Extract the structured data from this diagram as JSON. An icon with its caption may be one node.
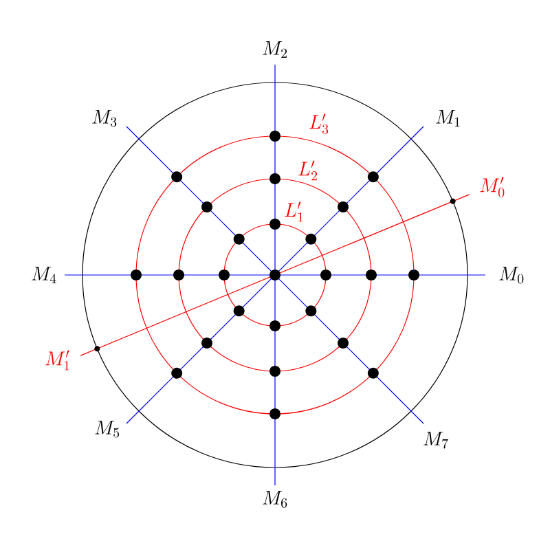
{
  "diagram": {
    "labels": [
      "M_2",
      "L_3^{\\prime}",
      "M_3",
      "M_1",
      "L_2^{\\prime}",
      "M_0^{\\prime}",
      "L_1^{\\prime}",
      "M_4",
      "M_0",
      "M_1^{\\prime}",
      "M_5",
      "M_7",
      "M_6"
    ]
  }
}
